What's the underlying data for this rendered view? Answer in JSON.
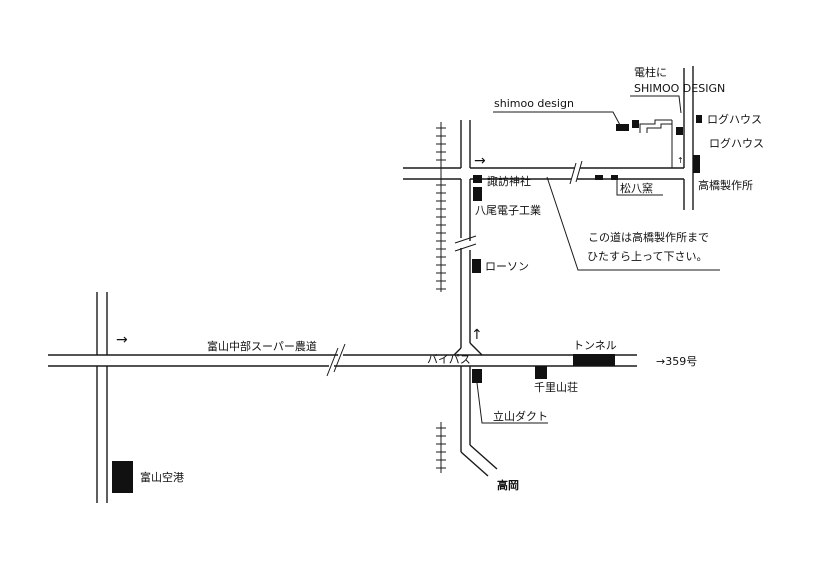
{
  "map": {
    "labels": {
      "denchu": "電柱に",
      "shimoo_sign": "SHIMOO DESIGN",
      "shimoo_design": "shimoo design",
      "log_house_1": "ログハウス",
      "log_house_2": "ログハウス",
      "takahashi": "高橋製作所",
      "suwa_shrine": "諏訪神社",
      "yao_denshi": "八尾電子工業",
      "matsuhachi": "松八窯",
      "note_line1": "この道は高橋製作所まで",
      "note_line2": "ひたすら上って下さい。",
      "lawson": "ローソン",
      "farm_road": "富山中部スーパー農道",
      "bypass": "バイパス",
      "tunnel": "トンネル",
      "route359": "→359号",
      "senriyama": "千里山荘",
      "tateyama_duct": "立山ダクト",
      "airport": "富山空港",
      "takaoka": "高岡",
      "arrow_left": "→",
      "arrow_top": "→",
      "arrow_up": "↑",
      "arrow_small_up": "↑"
    }
  }
}
